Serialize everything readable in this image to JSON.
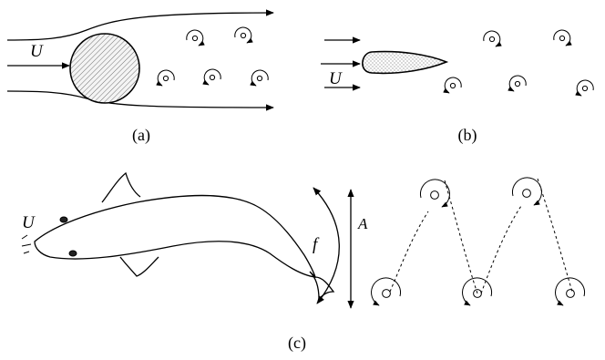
{
  "panels": {
    "a": {
      "caption": "(a)",
      "velocity_symbol": "U",
      "vortices": [
        "counterclockwise",
        "counterclockwise",
        "clockwise",
        "clockwise",
        "clockwise"
      ]
    },
    "b": {
      "caption": "(b)",
      "velocity_symbol": "U",
      "vortices": [
        "counterclockwise",
        "counterclockwise",
        "clockwise",
        "clockwise",
        "clockwise"
      ]
    },
    "c": {
      "caption": "(c)",
      "velocity_symbol": "U",
      "frequency_symbol": "f",
      "amplitude_symbol": "A",
      "vortices": [
        "counterclockwise",
        "counterclockwise",
        "clockwise",
        "clockwise",
        "clockwise"
      ]
    }
  }
}
